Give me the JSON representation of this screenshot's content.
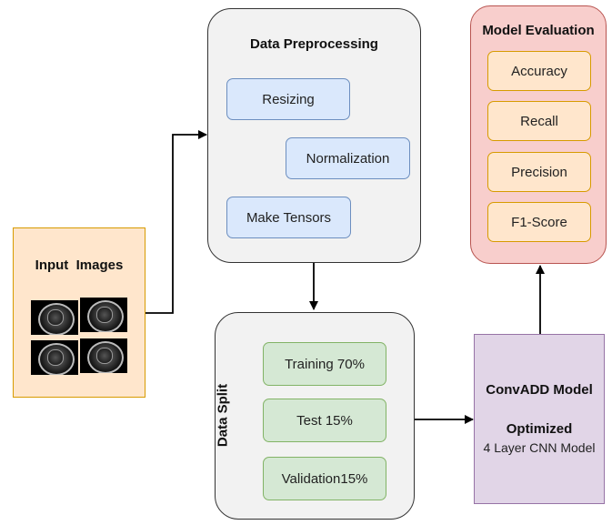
{
  "input": {
    "title": "Input  Images"
  },
  "preprocessing": {
    "title": "Data Preprocessing",
    "steps": [
      "Resizing",
      "Normalization",
      "Make Tensors"
    ]
  },
  "split": {
    "title": "Data Split",
    "items": [
      "Training 70%",
      "Test 15%",
      "Validation15%"
    ]
  },
  "model": {
    "title": "ConvADD Model",
    "subtitle": "Optimized",
    "description": "4 Layer CNN Model"
  },
  "evaluation": {
    "title": "Model Evaluation",
    "metrics": [
      "Accuracy",
      "Recall",
      "Precision",
      "F1-Score"
    ]
  },
  "colors": {
    "input_fill": "#ffe6cc",
    "input_border": "#d79b00",
    "panel_fill": "#f2f2f2",
    "blue_fill": "#dae8fc",
    "green_fill": "#d5e8d4",
    "model_fill": "#e1d5e7",
    "model_border": "#9673a6",
    "eval_fill": "#f8cecc",
    "eval_border": "#b85450"
  }
}
